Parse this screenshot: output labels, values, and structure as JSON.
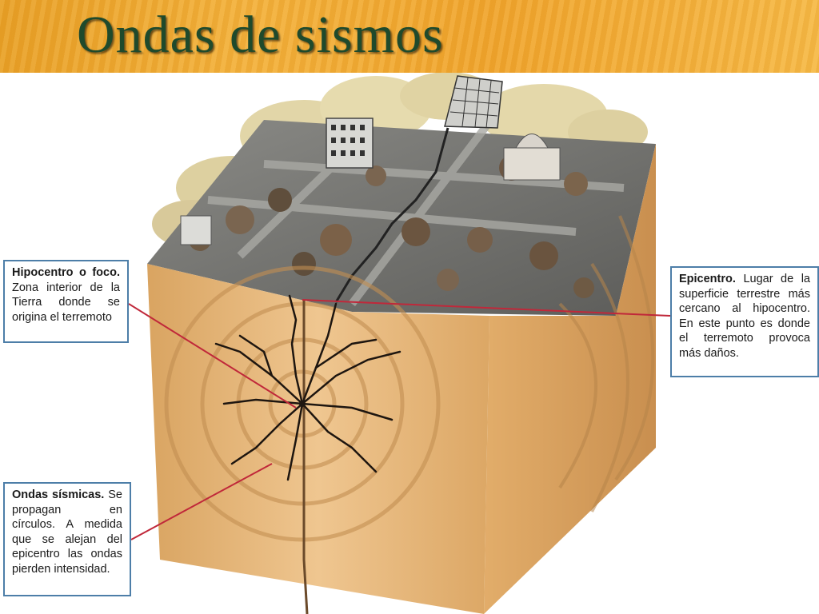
{
  "header": {
    "title": "Ondas de sismos"
  },
  "callouts": {
    "hypocenter": {
      "term": "Hipocentro o foco.",
      "text": "Zona interior de la Tierra donde se origina el terremoto"
    },
    "epicenter": {
      "term": "Epicentro.",
      "text": "Lugar de la superficie terrestre más cercano al hipocentro. En este punto es donde el terremoto provoca más daños."
    },
    "seismic_waves": {
      "term": "Ondas sísmicas.",
      "text": "Se propagan en círculos. A medida que se alejan del epicentro las ondas pierden intensidad."
    }
  },
  "colors": {
    "header": "#f0a52c",
    "title": "#1f4a2c",
    "callout_border": "#4d7ea8",
    "pointer_line": "#c0283a",
    "ground": "#e8b877"
  }
}
